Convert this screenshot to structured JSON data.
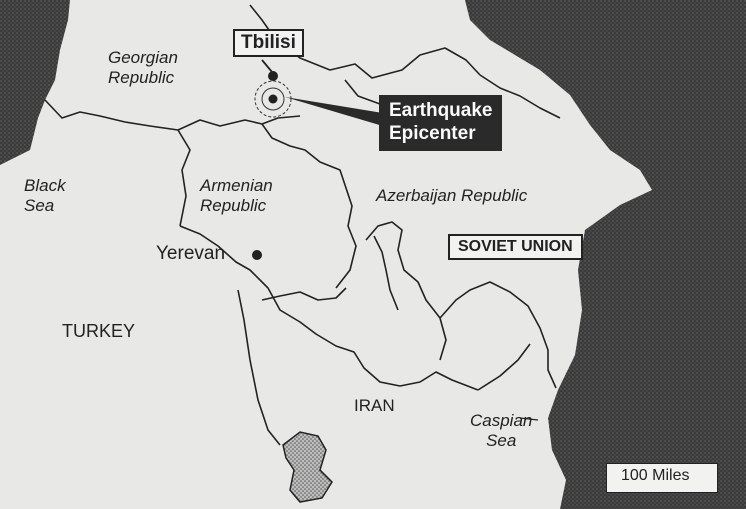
{
  "labels": {
    "georgian_republic": "Georgian\nRepublic",
    "tbilisi": "Tbilisi",
    "black_sea": "Black\nSea",
    "armenian_republic": "Armenian\nRepublic",
    "azerbaijan_republic": "Azerbaijan Republic",
    "yerevan": "Yerevan",
    "soviet_union": "SOVIET UNION",
    "turkey": "TURKEY",
    "iran": "IRAN",
    "caspian_sea": "Caspian\nSea",
    "epicenter": "Earthquake\nEpicenter"
  },
  "scale": {
    "label": "100 Miles"
  },
  "colors": {
    "land": "#e8e8e6",
    "water": "#3a3a3a",
    "border": "#222222",
    "label_dark_bg": "#2a2a2a"
  }
}
